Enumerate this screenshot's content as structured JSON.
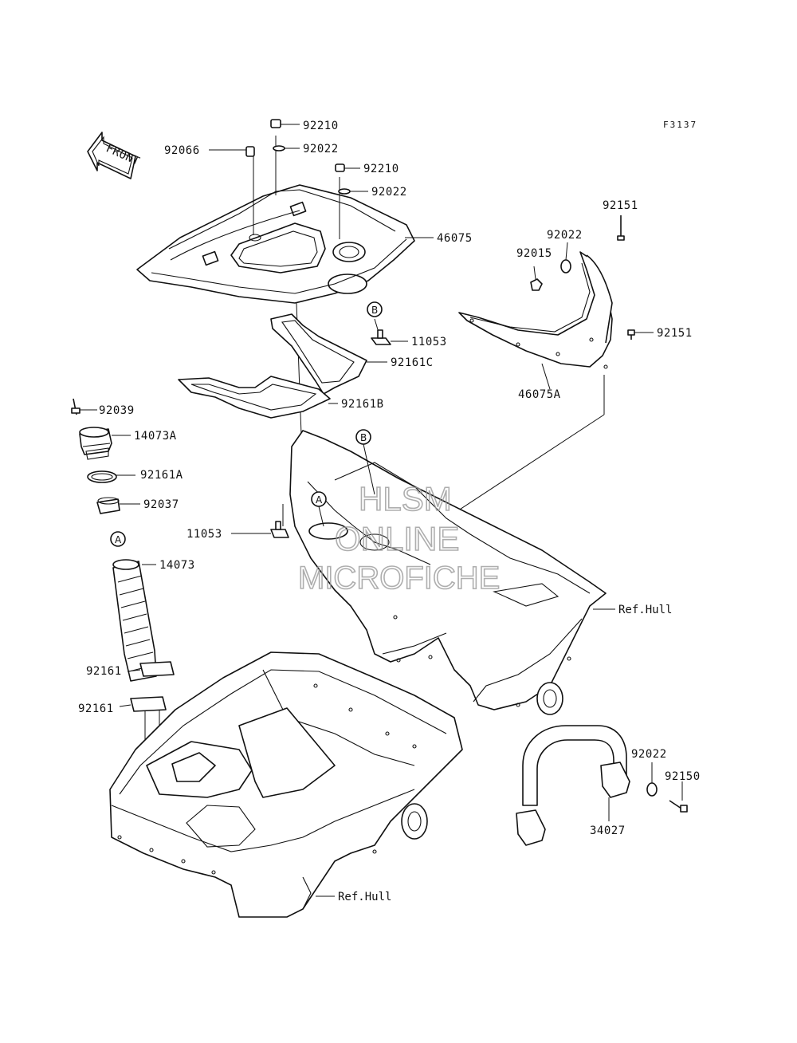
{
  "diagram_code": "F3137",
  "front_arrow": {
    "label": "FRONT",
    "icon": "front-arrow-icon"
  },
  "watermark": [
    "HLSM",
    "ONLINE",
    "MICROFICHE"
  ],
  "callouts": {
    "a": "A",
    "b": "B"
  },
  "parts": [
    {
      "id": "92210a",
      "number": "92210"
    },
    {
      "id": "92066",
      "number": "92066"
    },
    {
      "id": "92022a",
      "number": "92022"
    },
    {
      "id": "92210b",
      "number": "92210"
    },
    {
      "id": "92022b",
      "number": "92022"
    },
    {
      "id": "46075",
      "number": "46075"
    },
    {
      "id": "92151a",
      "number": "92151"
    },
    {
      "id": "92022c",
      "number": "92022"
    },
    {
      "id": "92015",
      "number": "92015"
    },
    {
      "id": "11053a",
      "number": "11053"
    },
    {
      "id": "92151b",
      "number": "92151"
    },
    {
      "id": "92161c",
      "number": "92161C"
    },
    {
      "id": "46075a",
      "number": "46075A"
    },
    {
      "id": "92161b",
      "number": "92161B"
    },
    {
      "id": "92039",
      "number": "92039"
    },
    {
      "id": "14073a",
      "number": "14073A"
    },
    {
      "id": "92161a",
      "number": "92161A"
    },
    {
      "id": "92037",
      "number": "92037"
    },
    {
      "id": "11053b",
      "number": "11053"
    },
    {
      "id": "14073",
      "number": "14073"
    },
    {
      "id": "92161x",
      "number": "92161"
    },
    {
      "id": "92161y",
      "number": "92161"
    },
    {
      "id": "92022d",
      "number": "92022"
    },
    {
      "id": "92150",
      "number": "92150"
    },
    {
      "id": "34027",
      "number": "34027"
    }
  ],
  "references": [
    "Ref.Hull",
    "Ref.Hull"
  ]
}
